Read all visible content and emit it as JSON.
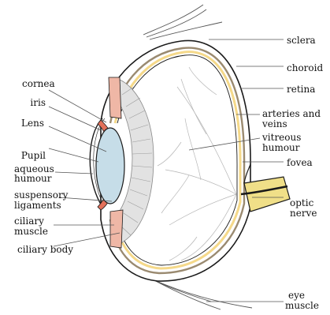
{
  "labels": {
    "left": [
      {
        "id": "cornea",
        "text": "cornea"
      },
      {
        "id": "iris",
        "text": "iris"
      },
      {
        "id": "lens",
        "text": "Lens"
      },
      {
        "id": "pupil",
        "text": "Pupil"
      },
      {
        "id": "aqueous1",
        "text": "aqueous"
      },
      {
        "id": "aqueous2",
        "text": "humour"
      },
      {
        "id": "suspensory1",
        "text": "suspensory"
      },
      {
        "id": "suspensory2",
        "text": "ligaments"
      },
      {
        "id": "ciliary1",
        "text": "ciliary"
      },
      {
        "id": "ciliary2",
        "text": "muscle"
      },
      {
        "id": "ciliarybody",
        "text": "ciliary body"
      }
    ],
    "right": [
      {
        "id": "sclera",
        "text": "sclera"
      },
      {
        "id": "choroid",
        "text": "choroid"
      },
      {
        "id": "retina",
        "text": "retina"
      },
      {
        "id": "arteries1",
        "text": "arteries and"
      },
      {
        "id": "arteries2",
        "text": "veins"
      },
      {
        "id": "vitreous1",
        "text": "vitreous"
      },
      {
        "id": "vitreous2",
        "text": "humour"
      },
      {
        "id": "fovea",
        "text": "fovea"
      },
      {
        "id": "optic1",
        "text": "optic"
      },
      {
        "id": "optic2",
        "text": "nerve"
      },
      {
        "id": "eye1",
        "text": "eye"
      },
      {
        "id": "eye2",
        "text": "muscle"
      }
    ]
  },
  "colors": {
    "outline": "#1a1a1a",
    "lens": "#c6dde8",
    "iris": "#e2705a",
    "ciliary": "#efb7a6",
    "choroid": "#9a8a70",
    "retina": "#f5d98a",
    "nerve": "#f0df88",
    "vessel": "#b5b5b5",
    "ciliary_body": "#e2e2e2"
  }
}
